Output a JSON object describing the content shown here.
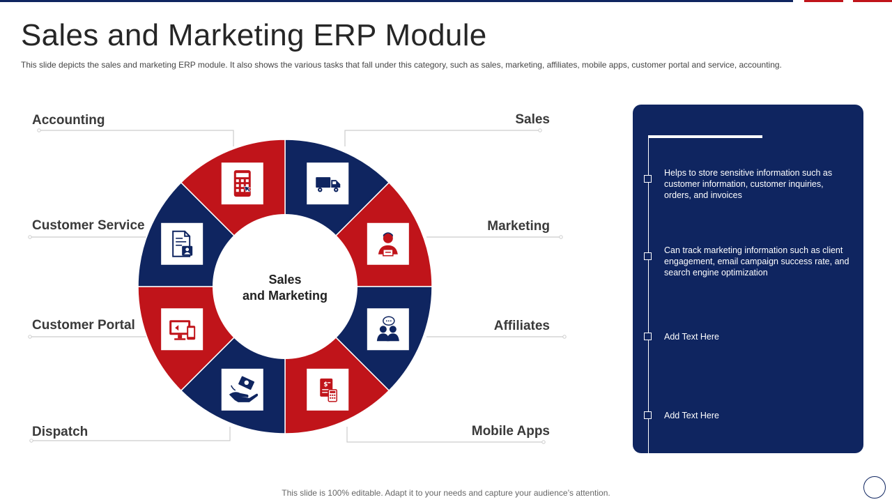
{
  "slide": {
    "title": "Sales and Marketing ERP Module",
    "subtitle": "This slide depicts the sales and marketing ERP module. It also shows the various tasks that fall under this category,  such as sales, marketing, affiliates, mobile apps, customer portal and service, accounting.",
    "footer": "This slide is 100% editable. Adapt it to your needs and capture your audience’s attention."
  },
  "colors": {
    "navy": "#0f2560",
    "red": "#c0141a",
    "line": "#cccccc"
  },
  "diagram": {
    "center_line1": "Sales",
    "center_line2": "and Marketing",
    "segments": [
      {
        "id": "sales",
        "label": "Sales",
        "icon": "truck-icon",
        "color": "navy"
      },
      {
        "id": "marketing",
        "label": "Marketing",
        "icon": "salesperson-icon",
        "color": "red"
      },
      {
        "id": "affiliates",
        "label": "Affiliates",
        "icon": "chat-people-icon",
        "color": "navy"
      },
      {
        "id": "mobile-apps",
        "label": "Mobile Apps",
        "icon": "invoice-calculator-icon",
        "color": "red"
      },
      {
        "id": "dispatch",
        "label": "Dispatch",
        "icon": "hand-money-icon",
        "color": "navy"
      },
      {
        "id": "customer-portal",
        "label": "Customer Portal",
        "icon": "devices-icon",
        "color": "red"
      },
      {
        "id": "customer-service",
        "label": "Customer Service",
        "icon": "document-user-icon",
        "color": "navy"
      },
      {
        "id": "accounting",
        "label": "Accounting",
        "icon": "calculator-icon",
        "color": "red"
      }
    ]
  },
  "panel": {
    "items": [
      {
        "text": "Helps to store sensitive information such as customer information, customer inquiries, orders, and invoices"
      },
      {
        "text": "Can track marketing information such as client engagement, email campaign success rate, and search engine optimization"
      },
      {
        "text": "Add Text Here"
      },
      {
        "text": "Add Text Here"
      }
    ]
  }
}
